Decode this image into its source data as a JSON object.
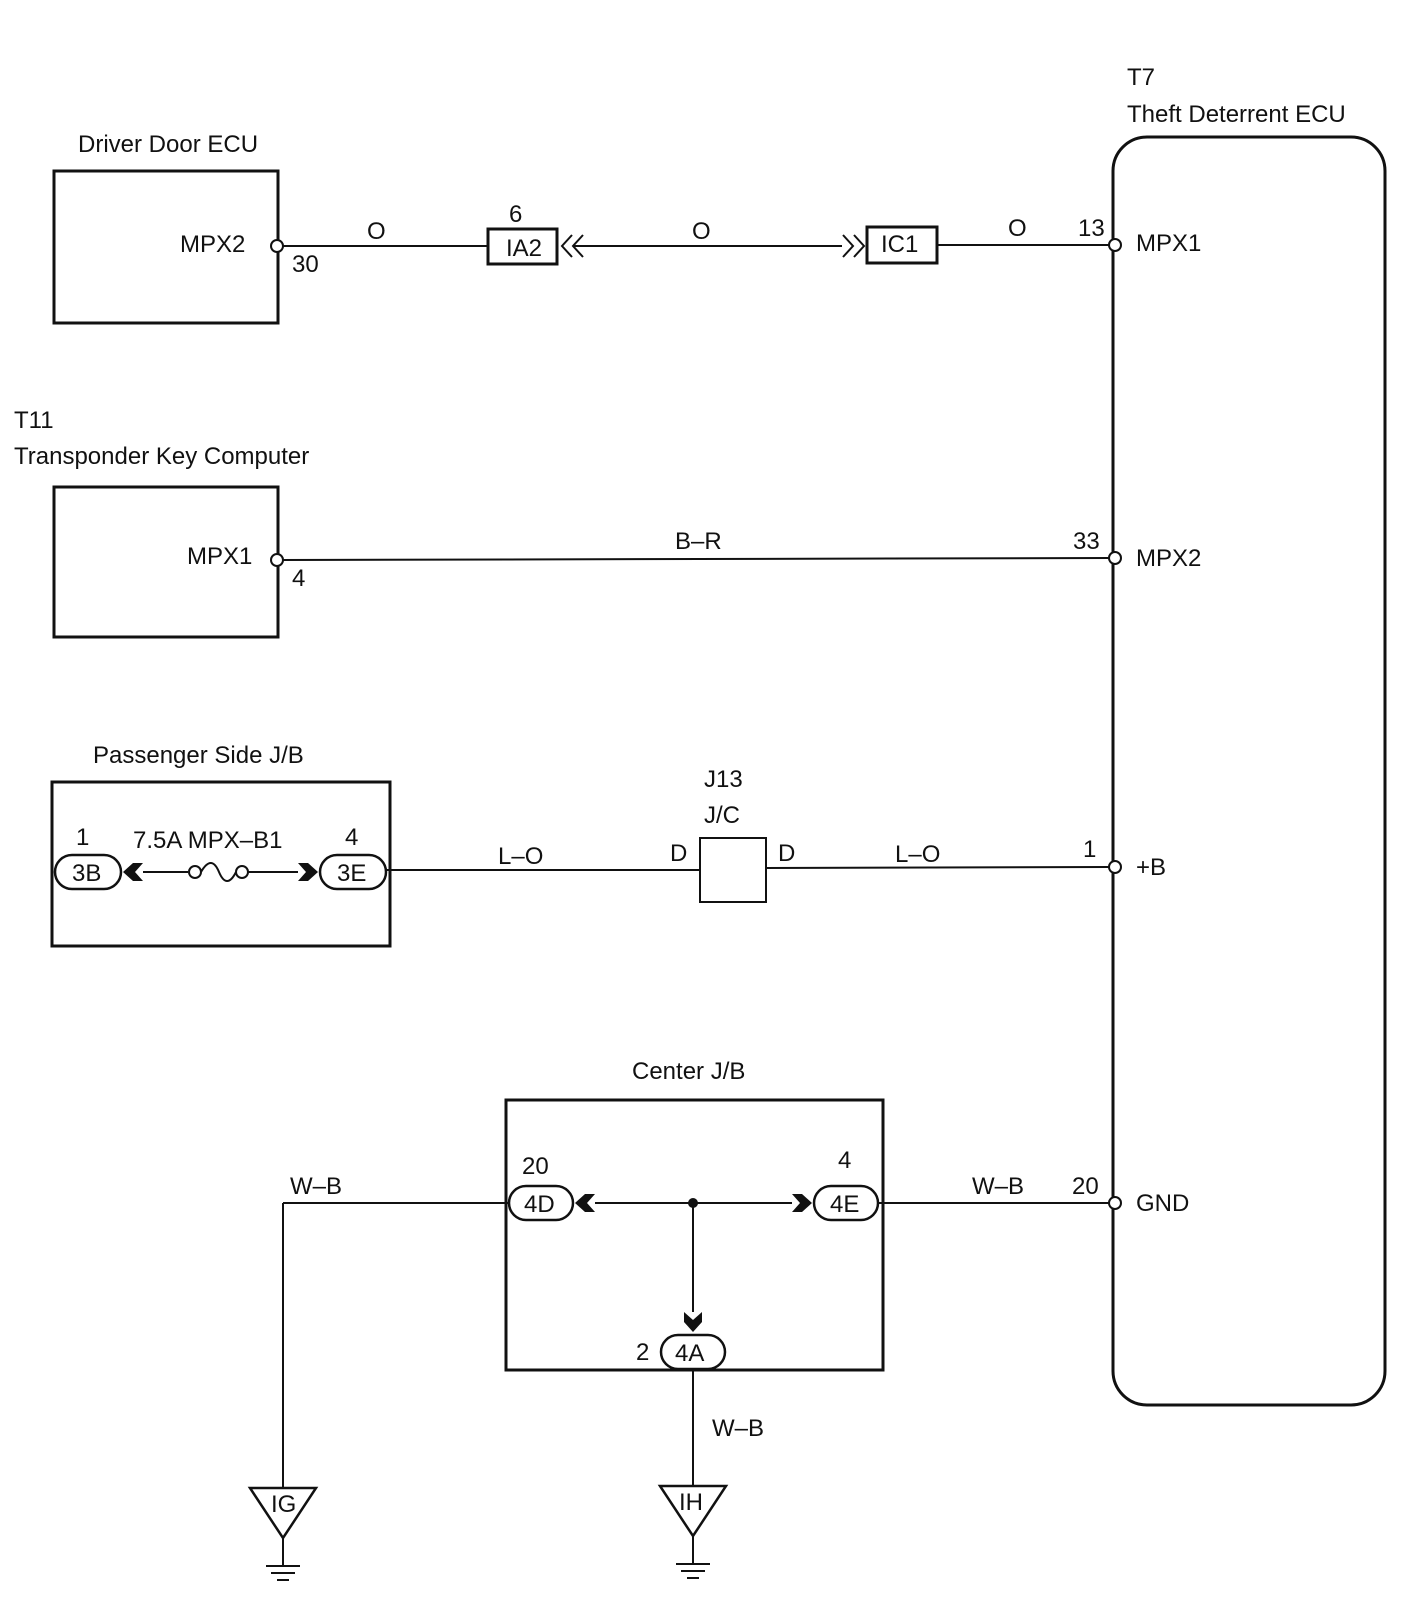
{
  "ecu_t7": {
    "code": "T7",
    "name": "Theft Deterrent ECU"
  },
  "driver_door_ecu": {
    "name": "Driver Door ECU",
    "terminal": "MPX2",
    "pin": "30"
  },
  "transponder": {
    "code": "T11",
    "name": "Transponder Key Computer",
    "terminal": "MPX1",
    "pin": "4"
  },
  "passenger_jb": {
    "name": "Passenger Side J/B",
    "fuse": "7.5A MPX–B1",
    "left_pin": "1",
    "left_conn": "3B",
    "right_pin": "4",
    "right_conn": "3E"
  },
  "junction": {
    "code": "J13",
    "name": "J/C",
    "left_label": "D",
    "right_label": "D"
  },
  "center_jb": {
    "name": "Center J/B",
    "left_pin": "20",
    "left_conn": "4D",
    "right_pin": "4",
    "right_conn": "4E",
    "bottom_pin": "2",
    "bottom_conn": "4A"
  },
  "connectors": {
    "ia2_pin": "6",
    "ia2": "IA2",
    "ic1": "IC1"
  },
  "wires": {
    "w1_left": "O",
    "w1_mid": "O",
    "w1_right": "O",
    "w2": "B–R",
    "w3_left": "L–O",
    "w3_right": "L–O",
    "w4_left": "W–B",
    "w4_right": "W–B",
    "w4_down": "W–B"
  },
  "t7_terminals": [
    {
      "pin": "13",
      "name": "MPX1"
    },
    {
      "pin": "33",
      "name": "MPX2"
    },
    {
      "pin": "1",
      "name": "+B"
    },
    {
      "pin": "20",
      "name": "GND"
    }
  ],
  "grounds": [
    {
      "label": "IG"
    },
    {
      "label": "IH"
    }
  ]
}
